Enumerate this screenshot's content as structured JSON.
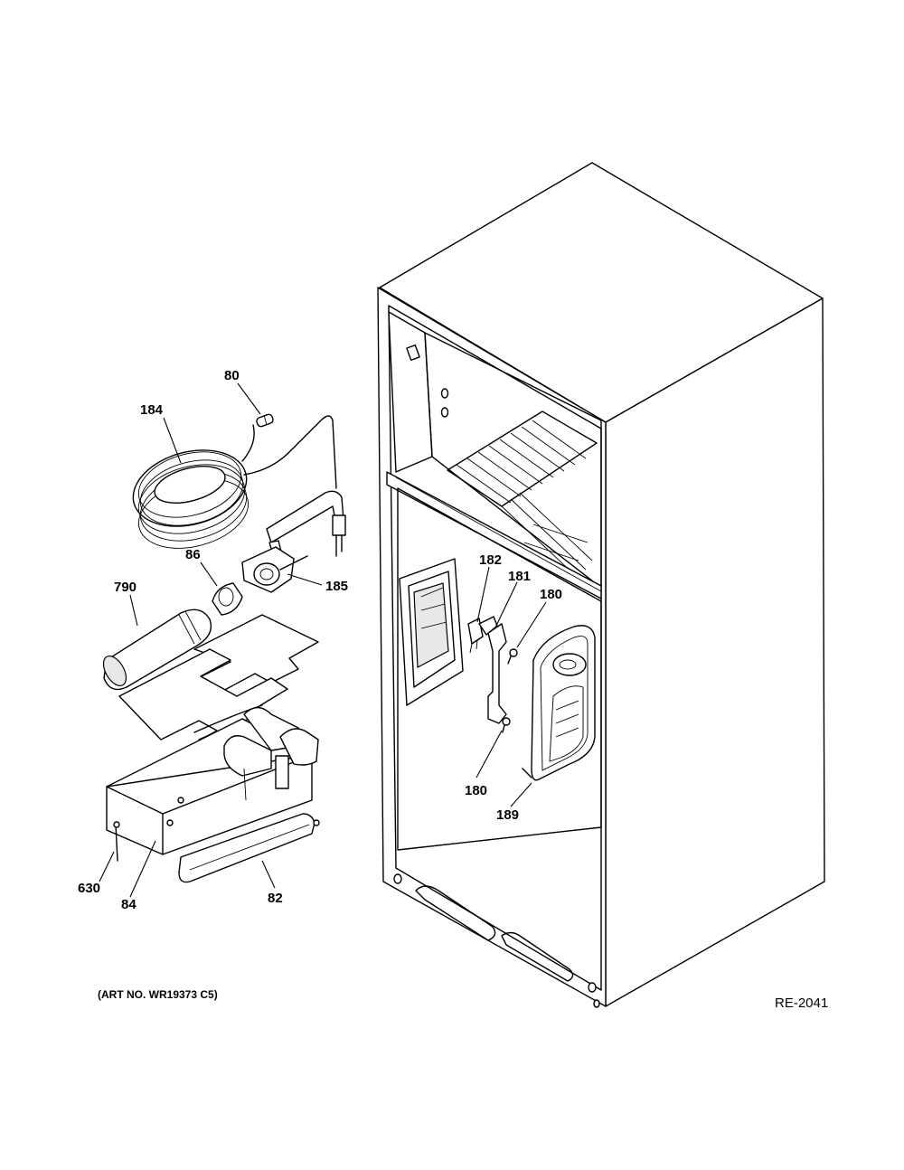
{
  "diagram": {
    "part_labels": {
      "p80": "80",
      "p184": "184",
      "p86": "86",
      "p185": "185",
      "p790": "790",
      "p182": "182",
      "p181": "181",
      "p180a": "180",
      "p180b": "180",
      "p189": "189",
      "p630": "630",
      "p84": "84",
      "p82": "82"
    },
    "art_number": "(ART NO. WR19373 C5)",
    "reference_code": "RE-2041"
  }
}
